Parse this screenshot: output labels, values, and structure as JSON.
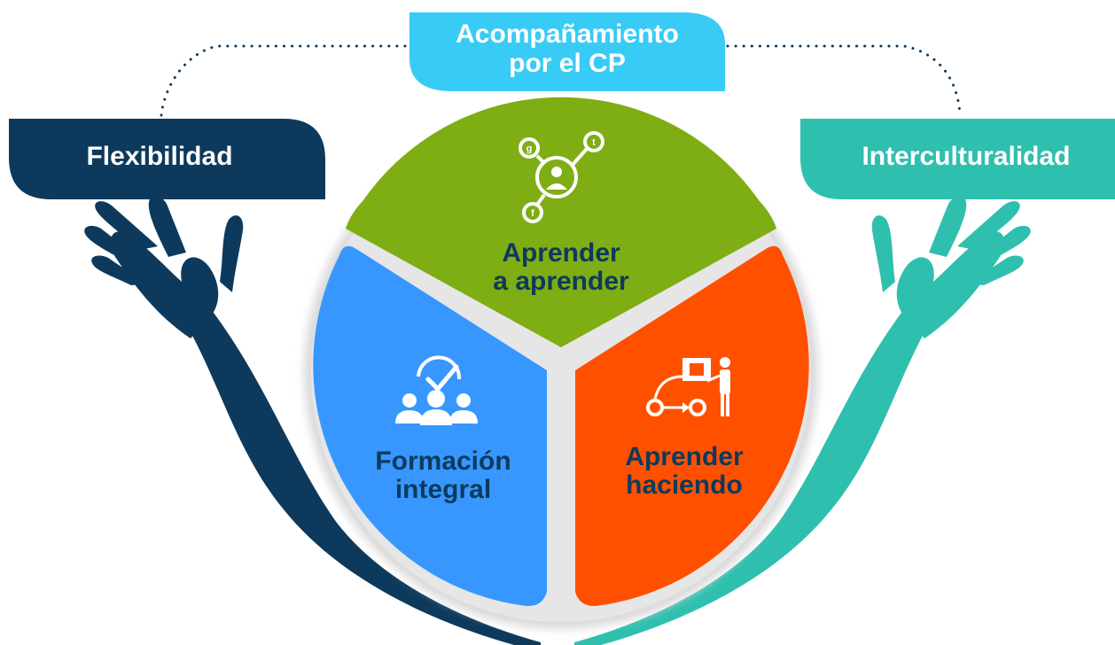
{
  "top_label": {
    "line1": "Acompañamiento",
    "line2": "por el CP"
  },
  "left_label": "Flexibilidad",
  "right_label": "Interculturalidad",
  "segments": {
    "top": {
      "line1": "Aprender",
      "line2": "a aprender",
      "icon": "social-network-person-icon"
    },
    "left": {
      "line1": "Formación",
      "line2": "integral",
      "icon": "team-checkmark-icon"
    },
    "right": {
      "line1": "Aprender",
      "line2": "haciendo",
      "icon": "presenter-workflow-icon"
    }
  },
  "colors": {
    "navy": "#0d3a5c",
    "teal": "#2fbfae",
    "cyan": "#38cbf5",
    "green": "#7fad14",
    "blue": "#3797ff",
    "orange": "#ff5000",
    "text_dark": "#0d3a5c",
    "text_white": "#ffffff"
  }
}
